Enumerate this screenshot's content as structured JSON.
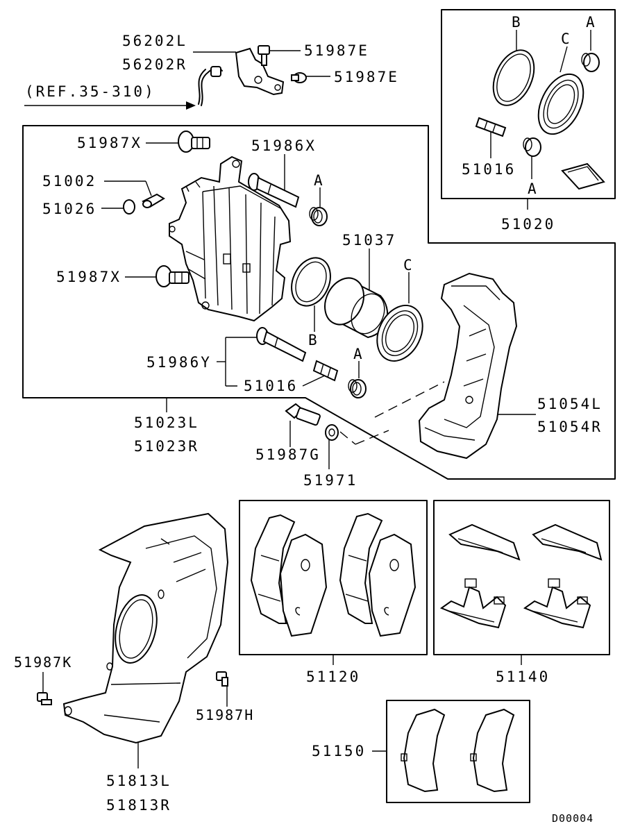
{
  "ref": "(REF.35-310)",
  "drawing_code": "D00004",
  "parts": {
    "p56202L": "56202L",
    "p56202R": "56202R",
    "p51987E": "51987E",
    "p51987X": "51987X",
    "p51986X": "51986X",
    "p51002": "51002",
    "p51026": "51026",
    "p51037": "51037",
    "p51986Y": "51986Y",
    "p51016": "51016",
    "p51023L": "51023L",
    "p51023R": "51023R",
    "p51987G": "51987G",
    "p51971": "51971",
    "p51054L": "51054L",
    "p51054R": "51054R",
    "p51020": "51020",
    "p51120": "51120",
    "p51140": "51140",
    "p51150": "51150",
    "p51987K": "51987K",
    "p51987H": "51987H",
    "p51813L": "51813L",
    "p51813R": "51813R"
  },
  "callouts": {
    "a": "A",
    "b": "B",
    "c": "C"
  }
}
